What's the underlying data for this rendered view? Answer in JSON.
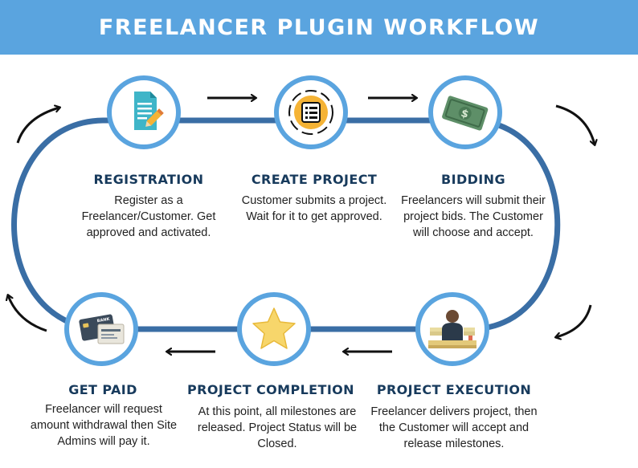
{
  "title": "FREELANCER PLUGIN WORKFLOW",
  "steps": [
    {
      "title": "REGISTRATION",
      "description": "Register as a Freelancer/Customer. Get approved and activated.",
      "icon": "document-pencil-icon"
    },
    {
      "title": "CREATE PROJECT",
      "description": "Customer submits a project. Wait for it to get approved.",
      "icon": "checklist-icon"
    },
    {
      "title": "BIDDING",
      "description": "Freelancers will submit their project bids. The Customer will choose and accept.",
      "icon": "money-bill-icon"
    },
    {
      "title": "PROJECT EXECUTION",
      "description": "Freelancer delivers project, then the Customer will accept and release milestones.",
      "icon": "person-at-desk-icon"
    },
    {
      "title": "PROJECT COMPLETION",
      "description": "At this point, all milestones are released. Project Status will be Closed.",
      "icon": "star-icon"
    },
    {
      "title": "GET PAID",
      "description": "Freelancer will request amount withdrawal then Site Admins will pay it.",
      "icon": "bank-cards-icon",
      "card_text": "BANK"
    }
  ],
  "colors": {
    "header": "#5aa4df",
    "loop": "#3a6ea5",
    "circle_border": "#5aa4df",
    "title_text": "#173a5c"
  }
}
